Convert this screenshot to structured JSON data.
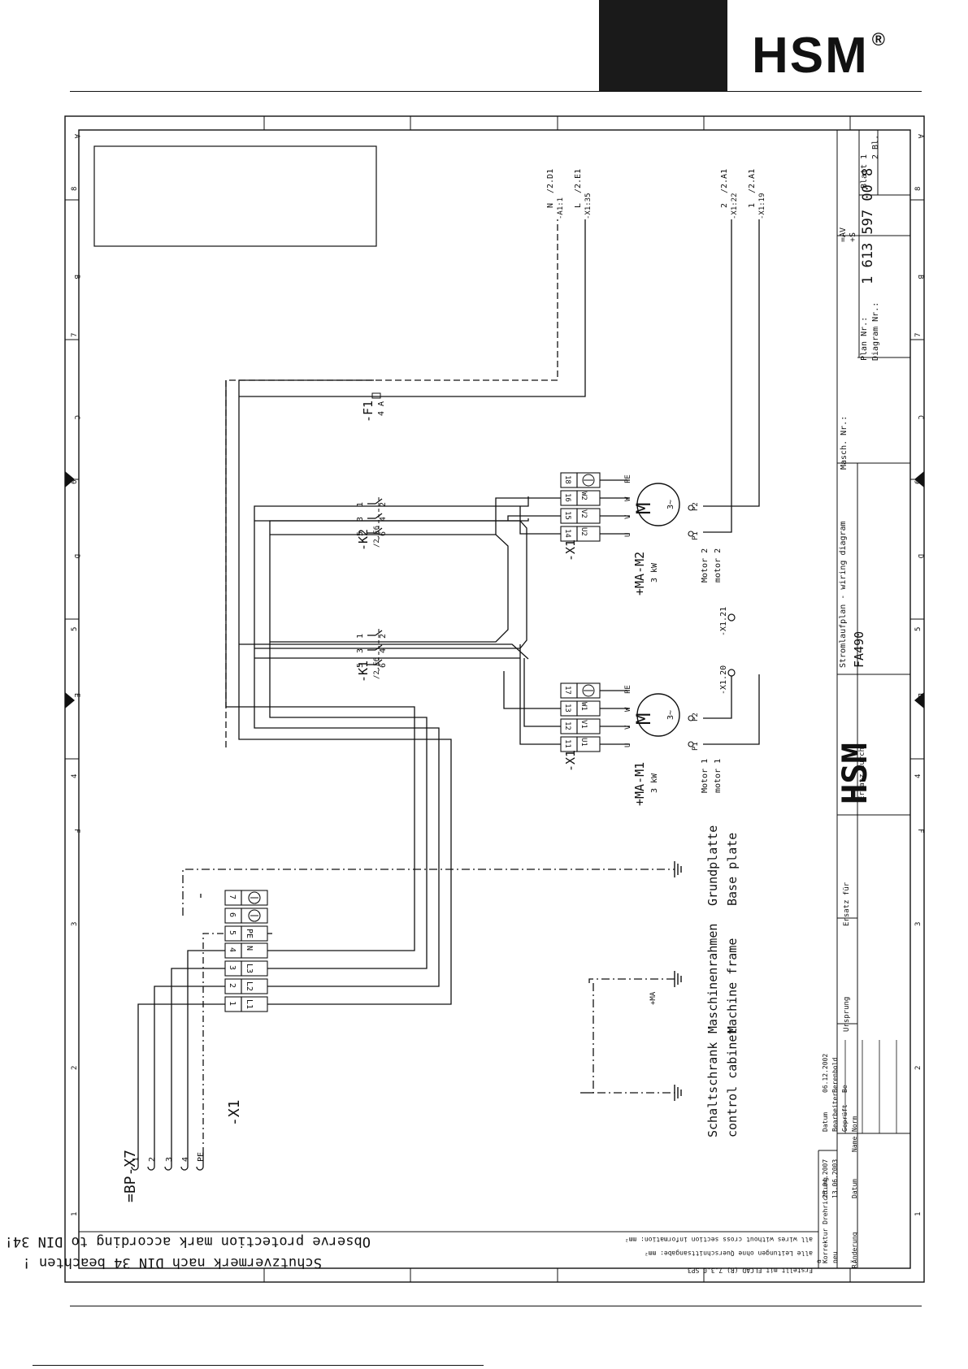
{
  "brand": {
    "name": "HSM",
    "registered": "®"
  },
  "grid": {
    "columns": [
      "A",
      "B",
      "C",
      "D",
      "E",
      "F"
    ],
    "rows": [
      "1",
      "2",
      "3",
      "4",
      "5",
      "6",
      "7",
      "8"
    ]
  },
  "notes": {
    "protection_de": "Schutzvermerk nach DIN 34 beachten !",
    "protection_en": "Observe protection mark according to DIN 34!",
    "wires_de": "alle Leitungen ohne Querschnittsangabe: mm²",
    "wires_en": "all wires without cross section information: mm²",
    "created": "Erstellt mit ELCAD (R) 7.3.0 SP3"
  },
  "connector_bp": {
    "label": "=BP-X7",
    "pins": [
      "1",
      "2",
      "3",
      "4",
      "PE"
    ]
  },
  "terminal_x1_main": {
    "label": "-X1",
    "rows": [
      {
        "num": "1",
        "name": "L1"
      },
      {
        "num": "2",
        "name": "L2"
      },
      {
        "num": "3",
        "name": "L3"
      },
      {
        "num": "4",
        "name": "N"
      },
      {
        "num": "5",
        "name": "PE"
      },
      {
        "num": "6",
        "name": ""
      },
      {
        "num": "7",
        "name": ""
      }
    ]
  },
  "earth_labels": {
    "cabinet_de": "Schaltschrank",
    "cabinet_en": "control cabinet",
    "frame_de": "Maschinenrahmen",
    "frame_en": "Machine frame",
    "frame_tag": "+MA",
    "base_de": "Grundplatte",
    "base_en": "Base plate"
  },
  "motor1": {
    "label": "+MA-M1",
    "power": "3 kW",
    "desc_de": "Motor 1",
    "desc_en": "motor 1",
    "terminal_label": "-X1",
    "terminals": [
      {
        "num": "11",
        "name": "U1"
      },
      {
        "num": "12",
        "name": "V1"
      },
      {
        "num": "13",
        "name": "W1"
      },
      {
        "num": "17",
        "name": ""
      }
    ],
    "windings": [
      "U",
      "V",
      "W",
      "PE"
    ],
    "symbol": "M",
    "phase": "3~",
    "p1": "P1",
    "p2": "P2"
  },
  "motor2": {
    "label": "+MA-M2",
    "power": "3 kW",
    "desc_de": "Motor 2",
    "desc_en": "motor 2",
    "terminal_label": "-X1",
    "terminals": [
      {
        "num": "14",
        "name": "U2"
      },
      {
        "num": "15",
        "name": "V2"
      },
      {
        "num": "16",
        "name": "W2"
      },
      {
        "num": "18",
        "name": ""
      }
    ],
    "windings": [
      "U",
      "V",
      "W",
      "PE"
    ],
    "symbol": "M",
    "phase": "3~",
    "p1": "P1",
    "p2": "P2"
  },
  "contactor_k1": {
    "label": "-K1",
    "ref": "/2.E6",
    "top": [
      "1",
      "3",
      "5"
    ],
    "bottom": [
      "2",
      "4",
      "6"
    ]
  },
  "contactor_k2": {
    "label": "-K2",
    "ref": "/2.E6",
    "top": [
      "1",
      "3",
      "5"
    ],
    "bottom": [
      "2",
      "4",
      "6"
    ]
  },
  "fuse_f1": {
    "label": "-F1",
    "rating": "4 A"
  },
  "x1_points": {
    "p20": "-X1.20",
    "p21": "-X1.21"
  },
  "refs": [
    {
      "sig": "N",
      "ref": "/2.D1",
      "term": "-A1:1"
    },
    {
      "sig": "L",
      "ref": "/2.E1",
      "term": "-X1:35"
    },
    {
      "sig": "2",
      "ref": "/2.A1",
      "term": "-X1:22"
    },
    {
      "sig": "1",
      "ref": "/2.A1",
      "term": "-X1:19"
    }
  ],
  "title_block": {
    "title_de": "Stromlaufplan - wiring diagram",
    "title_model": "FA490",
    "masch_label": "Masch. Nr.:",
    "plan_label": "Plan Nr.:",
    "diagram_label": "Diagram Nr.:",
    "plan_number": "1 613 597 00 8",
    "code1": "=AV",
    "code2": "+S",
    "sheet_label": "Blatt",
    "sheet_number": "1",
    "sheets_total": "2 Bl.",
    "ersatz_durch": "Ersatz durch",
    "ersatz_fuer": "Ersatz für",
    "ursprung": "Ursprung",
    "datum_label": "Datum",
    "datum_value": "06.12.2002",
    "bearbeiter_label": "Bearbeiter",
    "bearbeiter_value": "Berenbold",
    "geprueft_label": "Geprüft",
    "geprueft_value": "Be",
    "norm_label": "Norm",
    "change_label": "Änderung",
    "change_datum": "Datum",
    "change_name": "Name",
    "rev1_text": "Korrektur Drehrichtung",
    "rev1_date": "25.04.2007",
    "rev_a": "a",
    "rev_new": "neu",
    "rev_new_date": "13.06.2003",
    "rev_r": "R."
  }
}
